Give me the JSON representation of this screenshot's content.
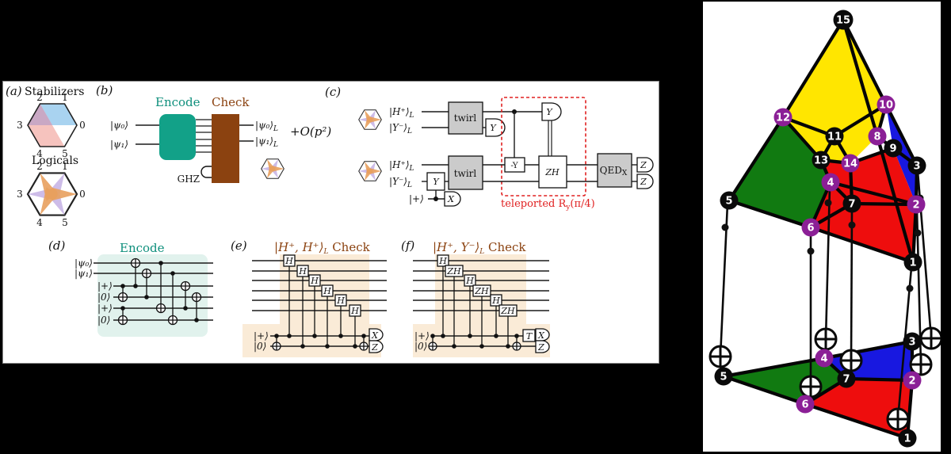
{
  "colors": {
    "background": "#000000",
    "panel": "#FFFFFF",
    "teal": "#12A188",
    "teal_light": "#E1F2ED",
    "brown": "#8B4210",
    "peach": "#FAEBD7",
    "gray_box": "#CBCBCB",
    "red_accent": "#E02020",
    "stab_blue": "#A9D3F0",
    "stab_pink": "#F6C3BE",
    "stab_mauve": "#C9A8C4",
    "logical_orange": "#E8A05E",
    "logical_purple": "#CDBCE8",
    "yellow": "#FFE600",
    "green": "#117A11",
    "blue": "#1818E0",
    "red": "#EE0D0D",
    "purple_node": "#8B1F96",
    "black_node": "#0A0A0A"
  },
  "panel_a": {
    "label": "(a)",
    "stabilizers_title": "Stabilizers",
    "logicals_title": "Logicals",
    "vertex_labels": [
      "2",
      "1",
      "0",
      "3",
      "4",
      "5"
    ]
  },
  "panel_b": {
    "label": "(b)",
    "encode_label": "Encode",
    "check_label": "Check",
    "input_top": "|ψ₀⟩",
    "input_bottom": "|ψ₁⟩",
    "ghz_label": "GHZ",
    "output_top": "|ψ₀⟩",
    "output_bottom": "|ψ₁⟩",
    "sub_L": "L",
    "error_term": "+O(p²)"
  },
  "panel_c": {
    "label": "(c)",
    "state_h_plus": "|H⁺⟩",
    "state_y_minus": "|Y⁻⟩",
    "sub_L": "L",
    "twirl_label": "twirl",
    "y_measure": "Y",
    "minus_y_gate": "-Y",
    "zh_gate": "ZH",
    "qed_label": "QED",
    "qed_sub": "X",
    "z_measure": "Z",
    "x_measure": "X",
    "y_gate": "Y",
    "plus_state": "|+⟩",
    "teleported_pre": "teleported R",
    "teleported_sub": "y",
    "teleported_post": "(π/4)"
  },
  "panel_d": {
    "label": "(d)",
    "title": "Encode",
    "wire_labels": [
      "|ψ₀⟩",
      "|ψ₁⟩",
      "|+⟩",
      "|0⟩",
      "|+⟩",
      "|0⟩"
    ]
  },
  "panel_e": {
    "label": "(e)",
    "title_state": "|H⁺, H⁺⟩",
    "title_sub": "L",
    "title_post": " Check",
    "gates": [
      "H",
      "H",
      "H",
      "H",
      "H",
      "H"
    ],
    "plus_label": "|+⟩",
    "zero_label": "|0⟩",
    "x_measure": "X",
    "z_measure": "Z"
  },
  "panel_f": {
    "label": "(f)",
    "title_state": "|H⁺, Y⁻⟩",
    "title_sub": "L",
    "title_post": " Check",
    "gates": [
      "H",
      "ZH",
      "H",
      "ZH",
      "H",
      "ZH"
    ],
    "t_gate": "T",
    "plus_label": "|+⟩",
    "zero_label": "|0⟩",
    "x_measure": "X",
    "z_measure": "Z"
  },
  "right_diagram": {
    "top_labels": [
      "15",
      "12",
      "10",
      "11",
      "8",
      "9",
      "13",
      "14",
      "3",
      "4",
      "5",
      "7",
      "2",
      "6",
      "1"
    ],
    "bottom_labels": [
      "5",
      "4",
      "3",
      "7",
      "2",
      "6",
      "1"
    ]
  }
}
